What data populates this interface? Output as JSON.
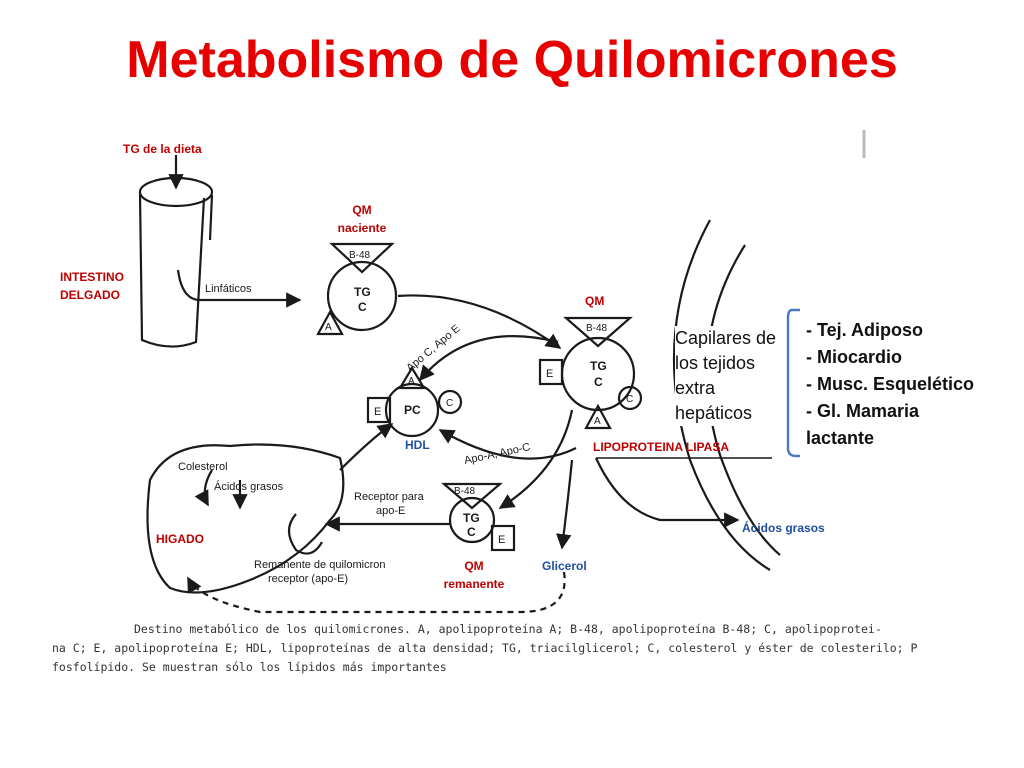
{
  "title": "Metabolismo de Quilomicrones",
  "colors": {
    "title": "#e60000",
    "label": "#c00000",
    "label_blue": "#1f4fa0",
    "bracket": "#4a78c2",
    "ink": "#1a1a1a"
  },
  "labels": {
    "tg_dieta": "TG de la dieta",
    "intestino": [
      "INTESTINO",
      "DELGADO"
    ],
    "qm_naciente": [
      "QM",
      "naciente"
    ],
    "qm": "QM",
    "hdl": "HDL",
    "lipoproteina_lipasa": "LIPOPROTEINA LIPASA",
    "higado": "HIGADO",
    "qm_remanente": [
      "QM",
      "remanente"
    ],
    "glicerol": "Glicerol",
    "acidos_grasos": "Ácidos grasos"
  },
  "capilares": [
    "Capilares de",
    "los tejidos",
    "extra",
    "hepáticos"
  ],
  "tejidos": [
    "- Tej. Adiposo",
    "- Miocardio",
    "- Musc. Esquelético",
    "- Gl. Mamaria",
    "lactante"
  ],
  "figure_text": {
    "linfaticos": "Linfáticos",
    "b48": "B-48",
    "tg": "TG",
    "c": "C",
    "a": "A",
    "e": "E",
    "pc": "PC",
    "apo_c_apo_e": "Apo C, Apo E",
    "apo_a_apo_c": "Apo-A, Apo-C",
    "colesterol": "Colesterol",
    "acidos_grasos_fig": "Ácidos grasos",
    "receptor": [
      "Receptor para",
      "apo-E"
    ],
    "remanente": [
      "Remanente de quilomicron",
      "receptor (apo-E)"
    ]
  },
  "caption": [
    "Destino metabólico de los quilomicrones. A, apolipoproteína A; B-48, apolipoproteína B-48; C, apolipoprotei-",
    "na C; E, apolipoproteína E; HDL, lipoproteínas de alta densidad; TG, triacilglicerol; C, colesterol y éster de colesterilo; P",
    "fosfolípido. Se muestran sólo los lípidos más importantes"
  ]
}
